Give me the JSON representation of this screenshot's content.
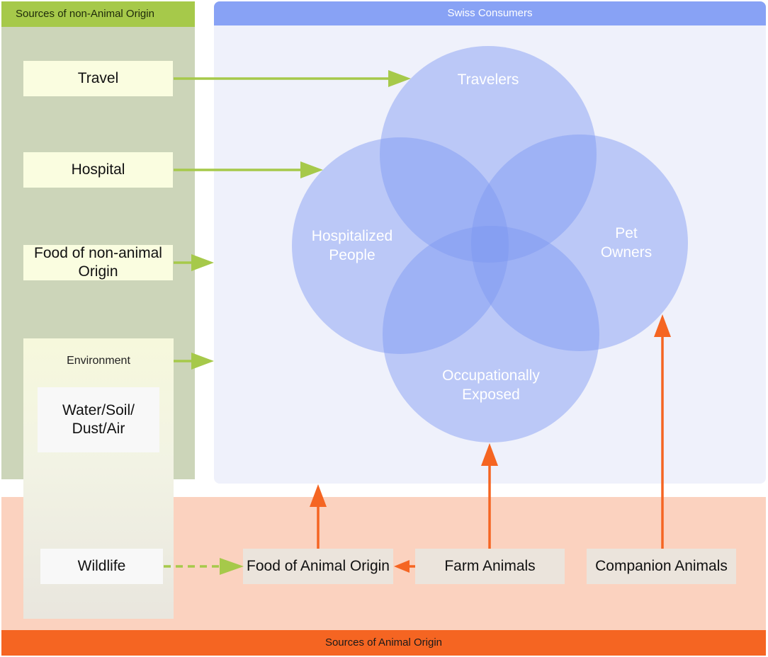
{
  "header_nonanimal": "Sources of non-Animal Origin",
  "header_consumers": "Swiss Consumers",
  "footer_animal": "Sources of Animal Origin",
  "nonanimal_sources": {
    "travel": "Travel",
    "hospital": "Hospital",
    "food_nonanimal": "Food of non-animal Origin",
    "environment": "Environment",
    "water_soil": "Water/Soil/ Dust/Air",
    "wildlife": "Wildlife"
  },
  "animal_sources": {
    "food_animal": "Food of Animal Origin",
    "farm": "Farm Animals",
    "companion": "Companion Animals"
  },
  "consumer_groups": {
    "travelers": "Travelers",
    "hospitalized_line1": "Hospitalized",
    "hospitalized_line2": "People",
    "pet_line1": "Pet",
    "pet_line2": "Owners",
    "occupational_line1": "Occupationally",
    "occupational_line2": "Exposed"
  },
  "colors": {
    "green_arrow": "#a6c94a",
    "orange_arrow": "#f56522",
    "circle_fill": "#7d96f2"
  }
}
